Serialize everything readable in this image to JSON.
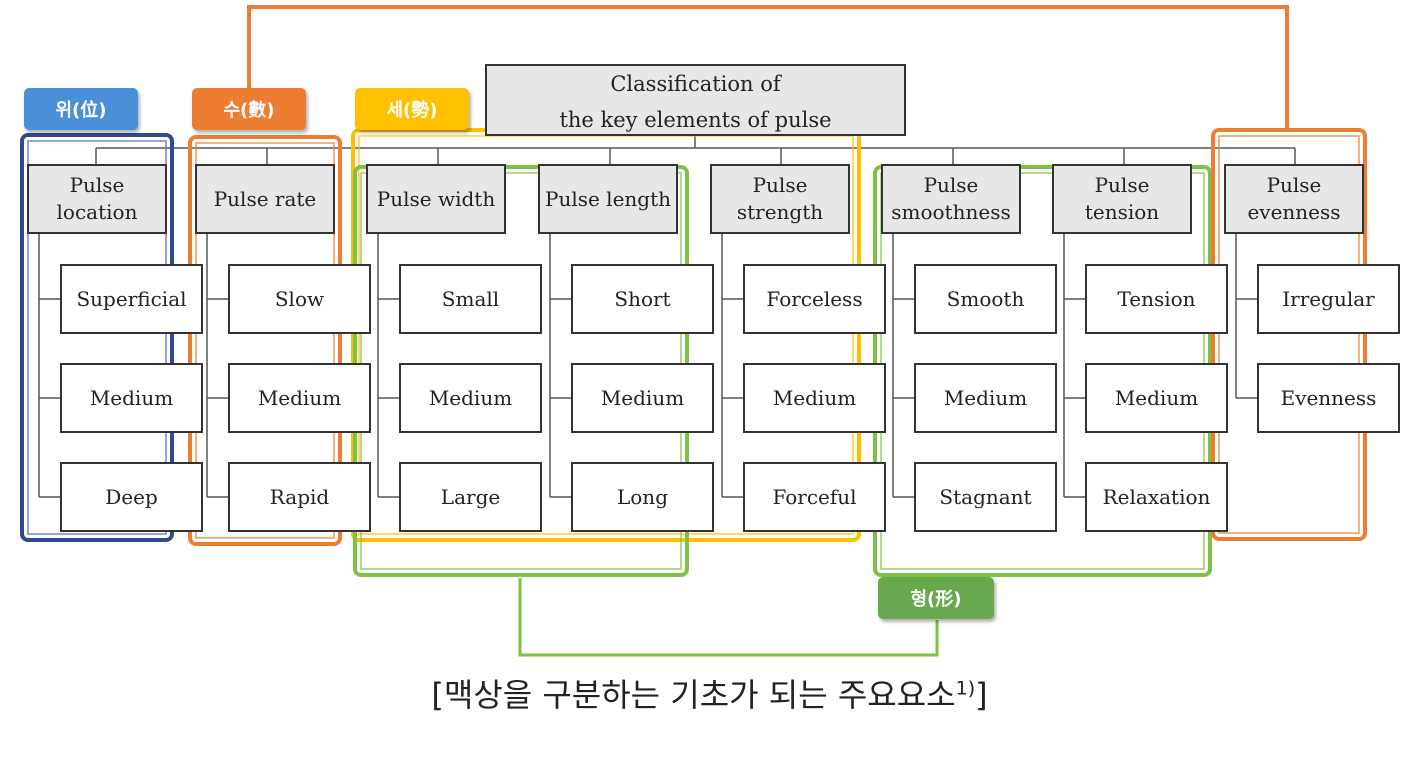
{
  "root": {
    "line1": "Classification of",
    "line2": "the key elements of pulse"
  },
  "categories": [
    {
      "line1": "Pulse",
      "line2": "location",
      "leaves": [
        "Superficial",
        "Medium",
        "Deep"
      ]
    },
    {
      "line1": "Pulse rate",
      "line2": "",
      "leaves": [
        "Slow",
        "Medium",
        "Rapid"
      ]
    },
    {
      "line1": "Pulse width",
      "line2": "",
      "leaves": [
        "Small",
        "Medium",
        "Large"
      ]
    },
    {
      "line1": "Pulse length",
      "line2": "",
      "leaves": [
        "Short",
        "Medium",
        "Long"
      ]
    },
    {
      "line1": "Pulse",
      "line2": "strength",
      "leaves": [
        "Forceless",
        "Medium",
        "Forceful"
      ]
    },
    {
      "line1": "Pulse",
      "line2": "smoothness",
      "leaves": [
        "Smooth",
        "Medium",
        "Stagnant"
      ]
    },
    {
      "line1": "Pulse",
      "line2": "tension",
      "leaves": [
        "Tension",
        "Medium",
        "Relaxation"
      ]
    },
    {
      "line1": "Pulse",
      "line2": "evenness",
      "leaves": [
        "Irregular",
        "Evenness"
      ]
    }
  ],
  "badges": {
    "wi": "위(位)",
    "su": "수(數)",
    "se": "세(勢)",
    "hyeong": "형(形)"
  },
  "caption": {
    "text": "[맥상을 구분하는 기초가 되는 주요요소",
    "sup": "1)",
    "close": "]"
  },
  "colors": {
    "blue": "#2f4a8f",
    "orange": "#ed7d31",
    "yellow": "#ffc000",
    "green": "#7dc242",
    "badge_blue": "#4a90d9",
    "badge_orange": "#ed7d31",
    "badge_yellow": "#ffc000",
    "badge_green": "#6aa84f"
  }
}
